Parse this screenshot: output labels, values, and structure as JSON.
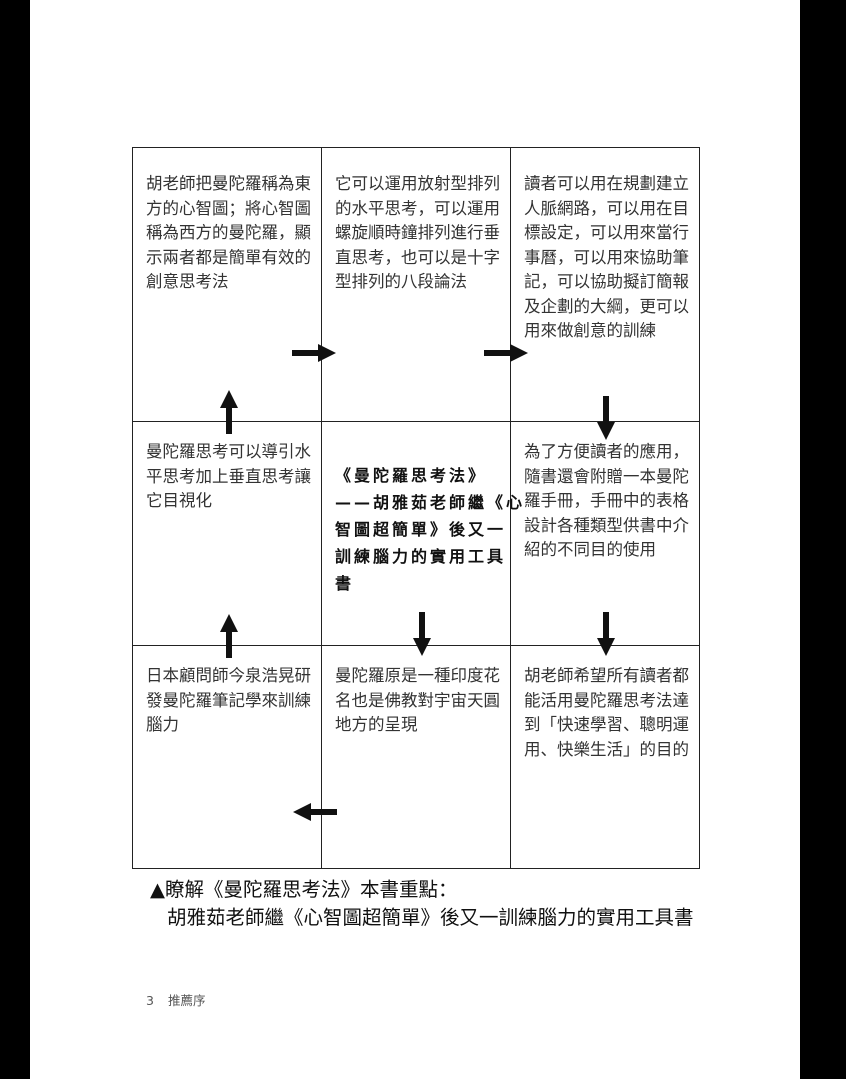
{
  "grid": {
    "cells": [
      {
        "id": "r1c1",
        "lines": [
          "胡老師把曼陀羅稱為東",
          "方的心智圖；將心智圖",
          "稱為西方的曼陀羅，顯",
          "示兩者都是簡單有效的",
          "創意思考法"
        ]
      },
      {
        "id": "r1c2",
        "lines": [
          "它可以運用放射型排列",
          "的水平思考，可以運用",
          "螺旋順時鐘排列進行垂",
          "直思考，也可以是十字",
          "型排列的八段論法"
        ]
      },
      {
        "id": "r1c3",
        "lines": [
          "讀者可以用在規劃建立",
          "人脈網路，可以用在目",
          "標設定，可以用來當行",
          "事曆，可以用來協助筆",
          "記，可以協助擬訂簡報",
          "及企劃的大綱，更可以",
          "用來做創意的訓練"
        ]
      },
      {
        "id": "r2c1",
        "lines": [
          "曼陀羅思考可以導引水",
          "平思考加上垂直思考讓",
          "它目視化"
        ]
      },
      {
        "id": "r2c2",
        "lines": [
          "《曼陀羅思考法》",
          "——胡雅茹老師繼《心",
          "智圖超簡單》後又一",
          "訓練腦力的實用工具",
          "書"
        ]
      },
      {
        "id": "r2c3",
        "lines": [
          "為了方便讀者的應用，",
          "隨書還會附贈一本曼陀",
          "羅手冊，手冊中的表格",
          "設計各種類型供書中介",
          "紹的不同目的使用"
        ]
      },
      {
        "id": "r3c1",
        "lines": [
          "日本顧問師今泉浩晃研",
          "發曼陀羅筆記學來訓練",
          "腦力"
        ]
      },
      {
        "id": "r3c2",
        "lines": [
          "曼陀羅原是一種印度花",
          "名也是佛教對宇宙天圓",
          "地方的呈現"
        ]
      },
      {
        "id": "r3c3",
        "lines": [
          "胡老師希望所有讀者都",
          "能活用曼陀羅思考法達",
          "到「快速學習、聰明運",
          "用、快樂生活」的目的"
        ]
      }
    ]
  },
  "caption": {
    "line1": "▲瞭解《曼陀羅思考法》本書重點：",
    "line2": "胡雅茹老師繼《心智圖超簡單》後又一訓練腦力的實用工具書"
  },
  "footer": {
    "page_number": "3",
    "section": "推薦序"
  }
}
